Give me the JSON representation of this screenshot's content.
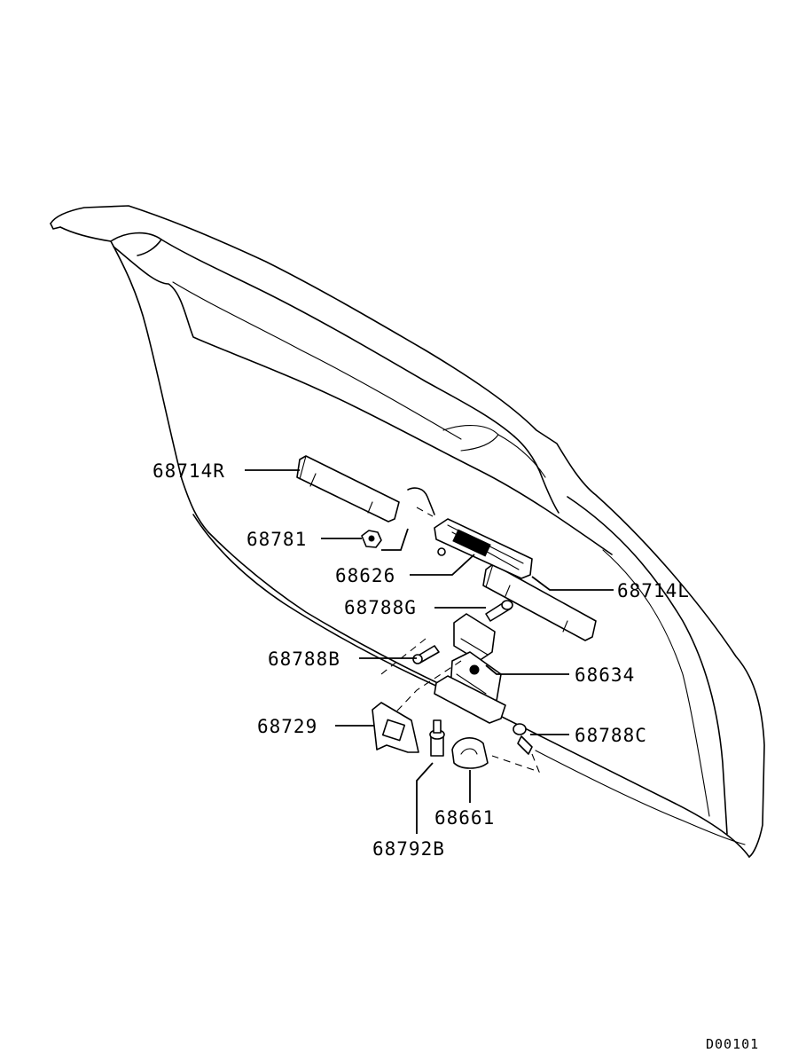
{
  "diagram_code": "D00101",
  "labels": {
    "p68714R": "68714R",
    "p68781": "68781",
    "p68626": "68626",
    "p68714L": "68714L",
    "p68788G": "68788G",
    "p68788B": "68788B",
    "p68634": "68634",
    "p68729": "68729",
    "p68788C": "68788C",
    "p68661": "68661",
    "p68792B": "68792B"
  }
}
